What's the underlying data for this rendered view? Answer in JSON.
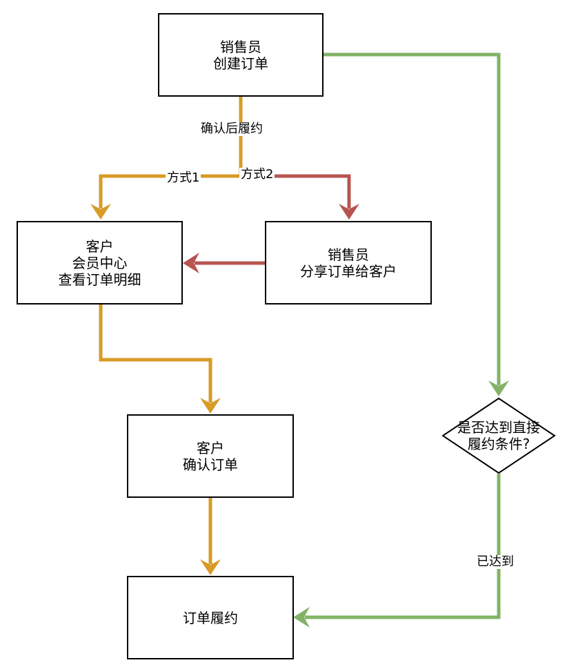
{
  "colors": {
    "orange": "#D79B26",
    "red": "#B85450",
    "green": "#82B366",
    "stroke": "#000000"
  },
  "nodes": {
    "create_order": {
      "lines": [
        "销售员",
        "创建订单"
      ]
    },
    "member_center": {
      "lines": [
        "客户",
        "会员中心",
        "查看订单明细"
      ]
    },
    "share_order": {
      "lines": [
        "销售员",
        "分享订单给客户"
      ]
    },
    "confirm_order": {
      "lines": [
        "客户",
        "确认订单"
      ]
    },
    "fulfill": {
      "lines": [
        "订单履约"
      ]
    },
    "condition": {
      "lines": [
        "是否达到直接",
        "履约条件?"
      ]
    }
  },
  "edge_labels": {
    "after_confirm": "确认后履约",
    "method1": "方式1",
    "method2": "方式2",
    "reached": "已达到"
  }
}
